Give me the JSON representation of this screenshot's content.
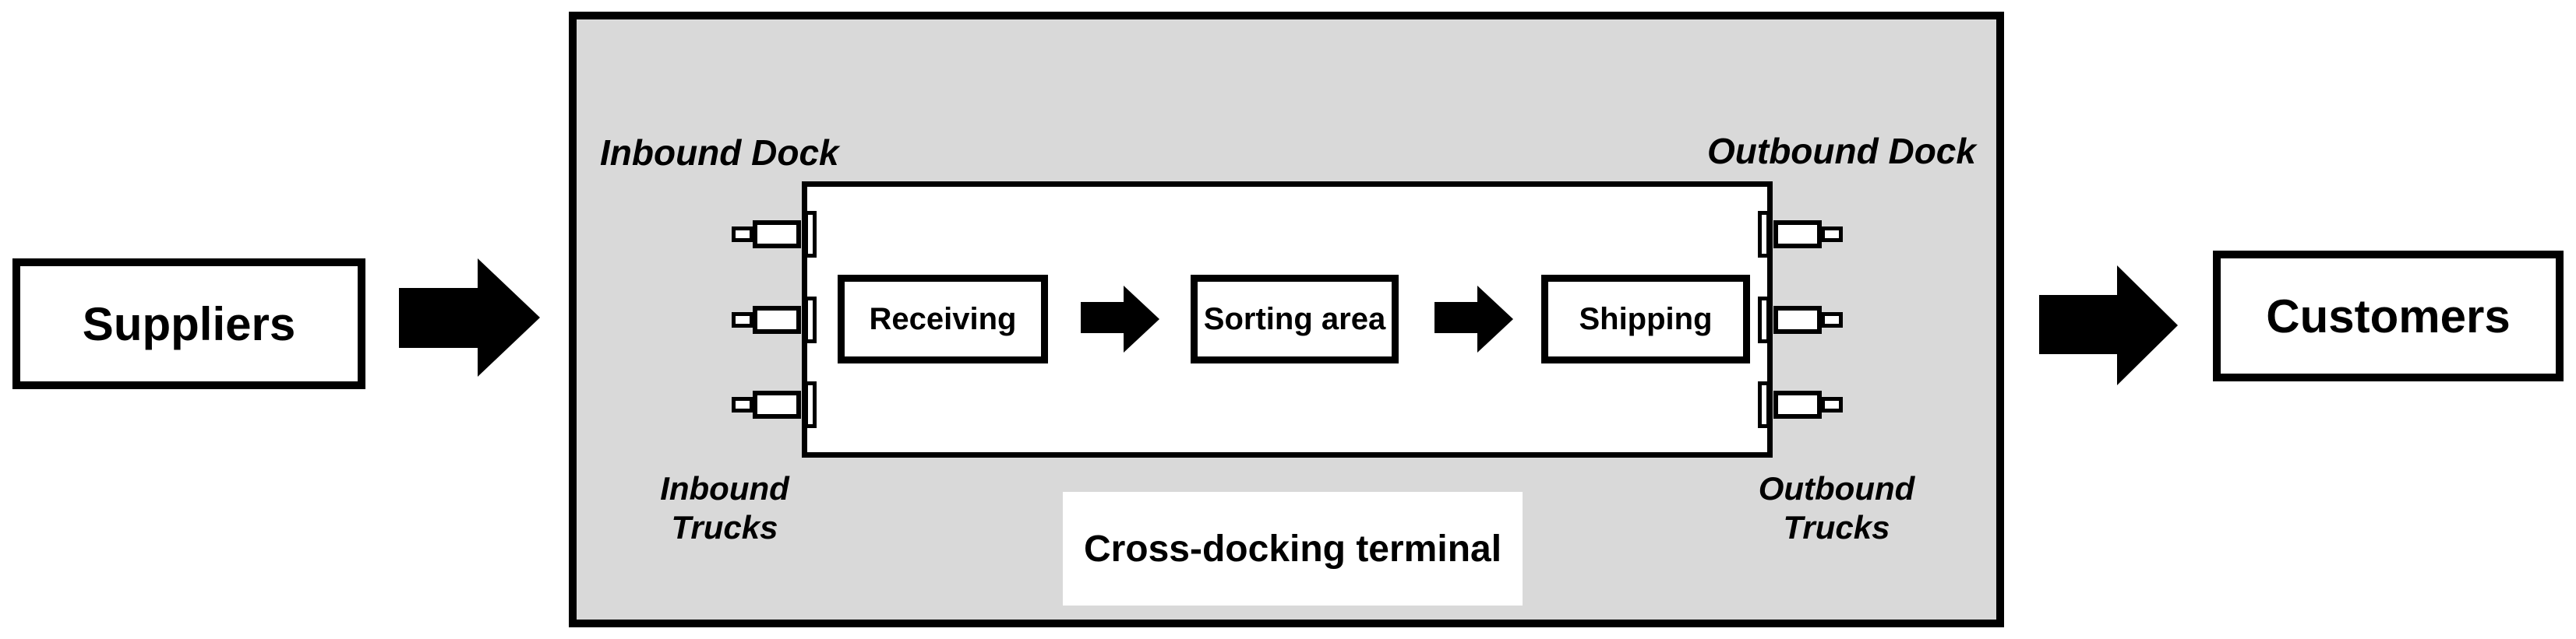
{
  "endpoints": {
    "suppliers": "Suppliers",
    "customers": "Customers"
  },
  "terminal": {
    "inbound_dock": "Inbound Dock",
    "outbound_dock": "Outbound Dock",
    "inbound_trucks": [
      "Inbound",
      "Trucks"
    ],
    "outbound_trucks": [
      "Outbound",
      "Trucks"
    ],
    "caption": "Cross-docking terminal",
    "process_boxes": [
      "Receiving",
      "Sorting area",
      "Shipping"
    ]
  },
  "icons": {
    "flow_arrow": "right-block-arrow",
    "truck": "truck-at-dock-door"
  },
  "colors": {
    "background": "#ffffff",
    "terminal_fill": "#d9d9d9",
    "outline": "#000000",
    "text": "#000000"
  }
}
